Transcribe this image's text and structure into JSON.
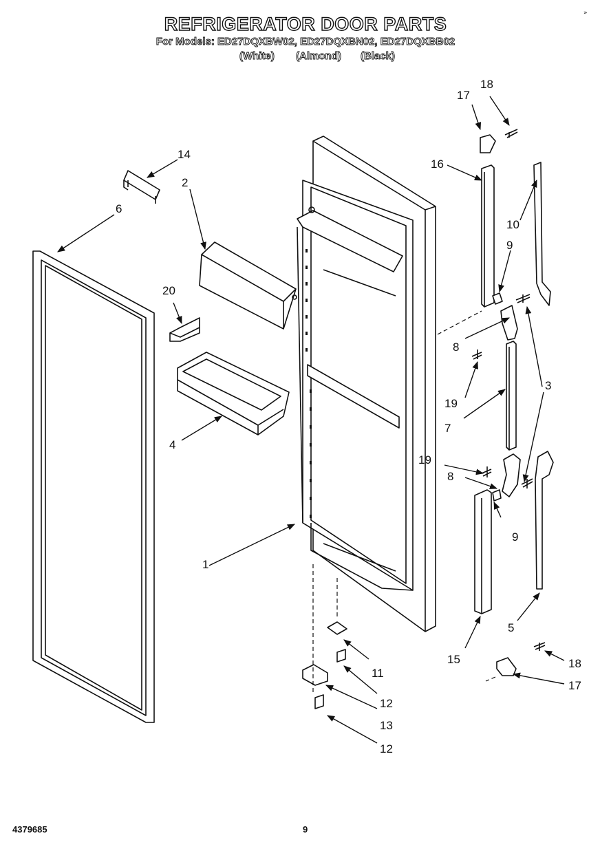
{
  "title": "REFRIGERATOR DOOR PARTS",
  "subtitle": "For Models: ED27DQXBW02, ED27DQXBN02, ED27DQXBB02",
  "variants": [
    "(White)",
    "(Almond)",
    "(Black)"
  ],
  "corner_mark": "»",
  "doc_number": "4379685",
  "page_number": "9",
  "callouts": {
    "c1": "1",
    "c2": "2",
    "c3": "3",
    "c4": "4",
    "c5": "5",
    "c6": "6",
    "c7": "7",
    "c8a": "8",
    "c8b": "8",
    "c9a": "9",
    "c9b": "9",
    "c10": "10",
    "c11": "11",
    "c12a": "12",
    "c12b": "12",
    "c13": "13",
    "c14": "14",
    "c15": "15",
    "c16": "16",
    "c17a": "17",
    "c17b": "17",
    "c18a": "18",
    "c18b": "18",
    "c19a": "19",
    "c19b": "19",
    "c20": "20"
  }
}
